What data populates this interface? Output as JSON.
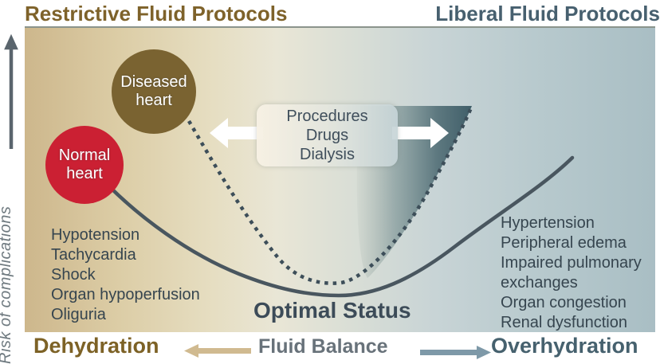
{
  "header": {
    "restrictive_title": "Restrictive Fluid Protocols",
    "liberal_title": "Liberal Fluid Protocols"
  },
  "y_axis": {
    "label": "Risk of complications"
  },
  "x_axis": {
    "left_label": "Dehydration",
    "center_label": "Fluid Balance",
    "right_label": "Overhydration"
  },
  "nodes": {
    "diseased_heart": {
      "label": "Diseased heart",
      "color": "#7a6331"
    },
    "normal_heart": {
      "label": "Normal heart",
      "color": "#cb2033"
    }
  },
  "interventions_box": {
    "lines": [
      "Procedures",
      "Drugs",
      "Dialysis"
    ]
  },
  "optimal_status_label": "Optimal Status",
  "complications": {
    "restrictive": [
      "Hypotension",
      "Tachycardia",
      "Shock",
      "Organ hypoperfusion",
      "Oliguria"
    ],
    "liberal": [
      "Hypertension",
      "Peripheral edema",
      "Impaired pulmonary exchanges",
      "Organ congestion",
      "Renal dysfunction"
    ]
  },
  "curves": {
    "normal_heart": {
      "style": "solid",
      "shape": "wide U curve"
    },
    "diseased_heart": {
      "style": "dotted",
      "shape": "narrow U curve with shaded overload zone"
    }
  },
  "colors": {
    "restrictive_title": "#7e622a",
    "liberal_title": "#47606f",
    "overload_fill": "#3e5c67",
    "curve_stroke": "#49565f",
    "dehydration_arrow": "#d0ba90",
    "overhydration_arrow": "#7e99a8"
  }
}
